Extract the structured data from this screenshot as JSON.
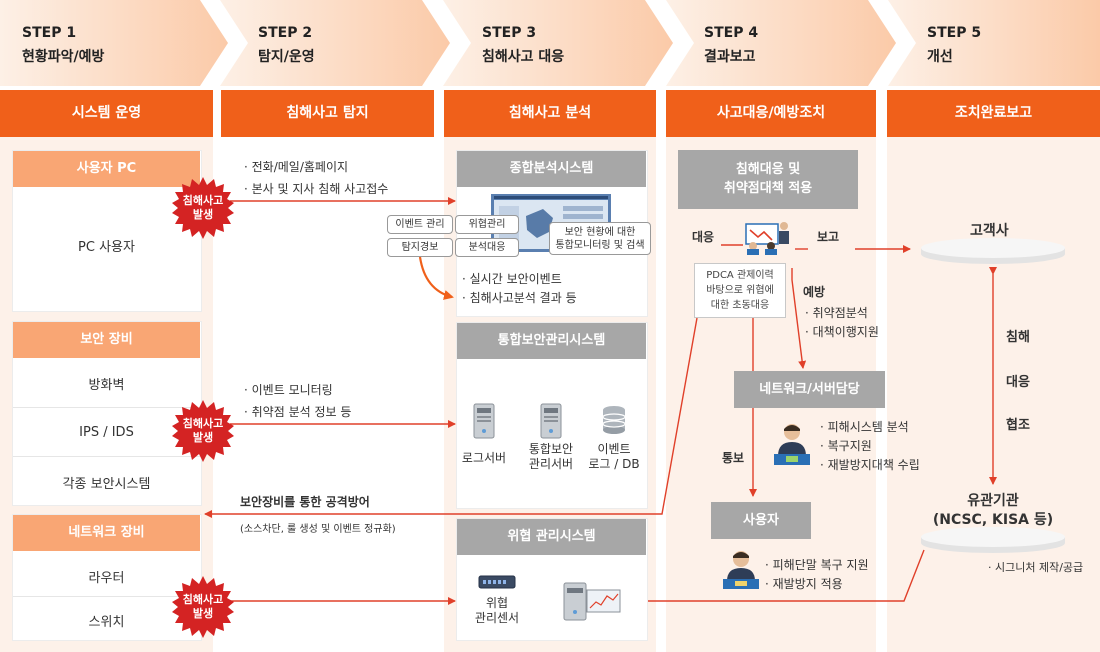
{
  "steps": [
    {
      "num": "STEP 1",
      "title": "현황파악/예방"
    },
    {
      "num": "STEP 2",
      "title": "탐지/운영"
    },
    {
      "num": "STEP 3",
      "title": "침해사고 대응"
    },
    {
      "num": "STEP 4",
      "title": "결과보고"
    },
    {
      "num": "STEP 5",
      "title": "개선"
    }
  ],
  "columns": [
    "시스템 운영",
    "침해사고 탐지",
    "침해사고 분석",
    "사고대응/예방조치",
    "조치완료보고"
  ],
  "col1": {
    "pc_head": "사용자 PC",
    "pc_user": "PC 사용자",
    "sec_head": "보안 장비",
    "sec_items": [
      "방화벽",
      "IPS / IDS",
      "각종 보안시스템"
    ],
    "net_head": "네트워크 장비",
    "net_items": [
      "라우터",
      "스위치"
    ],
    "badge": [
      "침해사고",
      "발생"
    ]
  },
  "col2": {
    "group1": [
      "· 전화/메일/홈페이지",
      "· 본사 및 지사 침해 사고접수"
    ],
    "group2": [
      "· 이벤트 모니터링",
      "· 취약점 분석 정보 등"
    ],
    "defense_title": "보안장비를 통한 공격방어",
    "defense_sub": "(소스차단, 룰 생성 및 이벤트 정규화)"
  },
  "col3": {
    "sys1": "종합분석시스템",
    "tags_left": [
      "이벤트 관리",
      "탐지경보"
    ],
    "tags_mid": [
      "위협관리",
      "분석대응"
    ],
    "callout": [
      "보안 현황에 대한",
      "통합모니터링 및 검색"
    ],
    "sys1_bullets": [
      "· 실시간 보안이벤트",
      "· 침해사고분석 결과 등"
    ],
    "sys2": "통합보안관리시스템",
    "srv1": "로그서버",
    "srv2": [
      "통합보안",
      "관리서버"
    ],
    "srv3": [
      "이벤트",
      "로그 / DB"
    ],
    "sys3": "위협 관리시스템",
    "sensor": [
      "위협",
      "관리센서"
    ]
  },
  "col4": {
    "head": [
      "침해대응 및",
      "취약점대책 적용"
    ],
    "respond": "대응",
    "report": "보고",
    "pdca": [
      "PDCA 관제이력",
      "바탕으로 위협에",
      "대한 초동대응"
    ],
    "prevent": "예방",
    "prevent_items": [
      "· 취약점분석",
      "· 대책이행지원"
    ],
    "netserver": "네트워크/서버담당",
    "net_items": [
      "· 피해시스템 분석",
      "· 복구지원",
      "· 재발방지대책 수립"
    ],
    "notify": "통보",
    "user": "사용자",
    "user_items": [
      "· 피해단말 복구 지원",
      "· 재발방지 적용"
    ]
  },
  "col5": {
    "customer": "고객사",
    "coop": [
      "침해",
      "대응",
      "협조"
    ],
    "agency": [
      "유관기관",
      "(NCSC, KISA 등)"
    ],
    "signature": "· 시그니처 제작/공급"
  },
  "colors": {
    "accent": "#f0601a",
    "arrow": "#e0402a",
    "light": "#fdf1e9",
    "orange_head": "#f9a674",
    "grey_head": "#a7a7a7",
    "badge": "#d42323"
  }
}
